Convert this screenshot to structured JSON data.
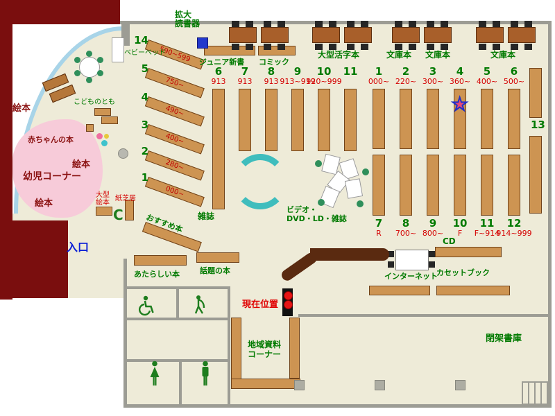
{
  "title": "library-floor-map",
  "colors": {
    "floor": "#eeebd8",
    "wall_maroon": "#7a0e0e",
    "wall_gray": "#9c9c94",
    "shelf_tan": "#cd9452",
    "counter_brown": "#5a2a10",
    "label_green": "#007a00",
    "label_red": "#d40000",
    "label_darkred": "#8b1212",
    "entrance_blue": "#0b1fd6",
    "carpet_pink": "#f7cbd9",
    "window_blue": "#a8d4e8",
    "teal": "#3fbdbd",
    "magnifier_device_blue": "#2238cc",
    "star_fill": "#e84a78",
    "star_outline": "#2030c8",
    "marker_red": "#e61414"
  },
  "top_area": {
    "magnifier": {
      "line1": "拡大",
      "line2": "読書器"
    },
    "shelf_labels": {
      "junior": "ジュニア新書",
      "comic": "コミック",
      "large_print": "大型活字本",
      "bunko1": "文庫本",
      "bunko2": "文庫本",
      "bunko3": "文庫本"
    }
  },
  "top_shelves": [
    {
      "num": "6",
      "range": "913"
    },
    {
      "num": "7",
      "range": "913"
    },
    {
      "num": "8",
      "range": "913"
    },
    {
      "num": "9",
      "range": "913~919"
    },
    {
      "num": "10",
      "range": "920~999"
    },
    {
      "num": "11",
      "range": ""
    },
    {
      "num": "1",
      "range": "000~"
    },
    {
      "num": "2",
      "range": "220~"
    },
    {
      "num": "3",
      "range": "300~"
    },
    {
      "num": "4",
      "range": "360~"
    },
    {
      "num": "5",
      "range": "400~"
    },
    {
      "num": "6",
      "range": "500~"
    }
  ],
  "bottom_shelves": [
    {
      "num": "7",
      "range": "R"
    },
    {
      "num": "8",
      "range": "700~"
    },
    {
      "num": "9",
      "range": "800~"
    },
    {
      "num": "10",
      "range": "F"
    },
    {
      "num": "11",
      "range": "F~914"
    },
    {
      "num": "12",
      "range": "914~999"
    }
  ],
  "diagonal_shelves": [
    {
      "num": "14",
      "range": "590~599"
    },
    {
      "num": "5",
      "range": "750~"
    },
    {
      "num": "4",
      "range": "490~"
    },
    {
      "num": "3",
      "range": "400~"
    },
    {
      "num": "2",
      "range": "280~"
    },
    {
      "num": "1",
      "range": "000~"
    }
  ],
  "right_wall_shelf": {
    "number": "13"
  },
  "children_area": {
    "kids_corner": "幼児コーナー",
    "baby_books": "赤ちゃんの本",
    "ehon1": "絵本",
    "ehon2": "絵本",
    "ehon3": "絵本",
    "kodomonotomo": "こどものとも",
    "baby_bed": "ベビーベッド",
    "large_ehon_line1": "大型",
    "large_ehon_line2": "絵本",
    "kamishibai": "紙芝居",
    "c_bench": "C",
    "recommended": "おすすめ本"
  },
  "center": {
    "magazine": "雑誌",
    "video_line1": "ビデオ・",
    "video_line2": "DVD・LD・雑誌",
    "new_books": "あたらしい本",
    "hot_books": "話題の本",
    "current_location": "現在位置",
    "entrance": "入口",
    "star": "★"
  },
  "services": {
    "internet": "インターネット",
    "cd": "CD",
    "cassette": "カセットブック",
    "closed_stacks": "閉架書庫",
    "local_line1": "地域資料",
    "local_line2": "コーナー"
  }
}
